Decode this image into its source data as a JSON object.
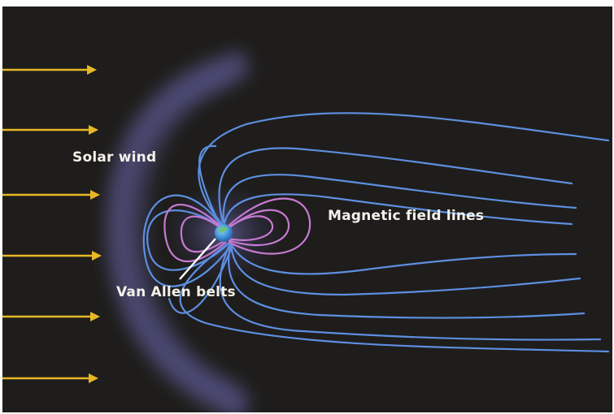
{
  "labels": {
    "solar_wind": "Solar wind",
    "field_lines": "Magnetic field lines",
    "belts": "Van Allen belts"
  },
  "colors": {
    "background": "#1e1d1b",
    "arrow": "#e8b725",
    "field_line": "#5d8fe0",
    "belt": "#c77ad2",
    "earth": "#3f8fd6",
    "label_text": "#f4f1ea"
  },
  "arrow_count": 6
}
